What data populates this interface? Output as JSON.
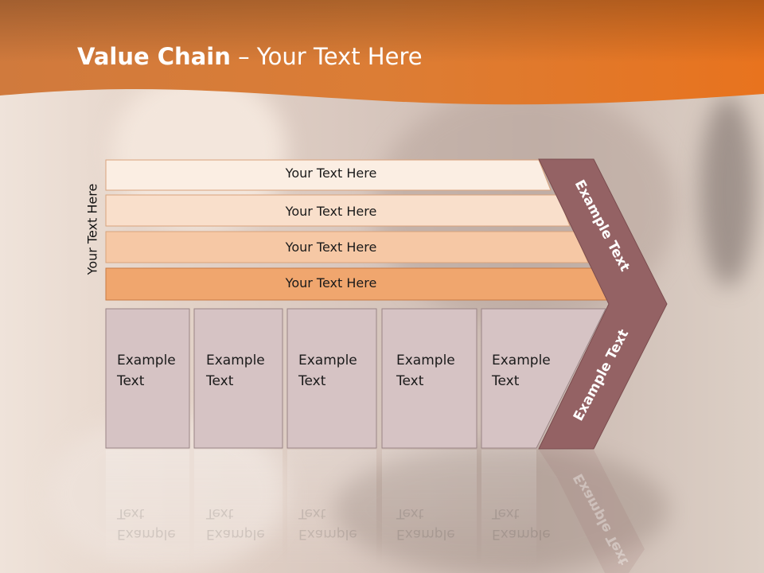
{
  "title": {
    "bold": "Value Chain",
    "rest": " – Your Text Here"
  },
  "side_label": "Your Text Here",
  "bars": [
    {
      "label": "Your Text Here",
      "color": "#fbeee3"
    },
    {
      "label": "Your Text Here",
      "color": "#f9dfcb"
    },
    {
      "label": "Your Text Here",
      "color": "#f6c8a5"
    },
    {
      "label": "Your Text Here",
      "color": "#f0a66e"
    }
  ],
  "boxes": [
    {
      "label": "Example\nText"
    },
    {
      "label": "Example\nText"
    },
    {
      "label": "Example\nText"
    },
    {
      "label": "Example\nText"
    },
    {
      "label": "Example\nText"
    }
  ],
  "chevron": {
    "upper_label": "Example Text",
    "lower_label": "Example Text",
    "color": "#946264"
  },
  "colors": {
    "header_orange": "#e8731e",
    "box_fill": "#d6c3c4",
    "box_border": "#9a8486"
  }
}
